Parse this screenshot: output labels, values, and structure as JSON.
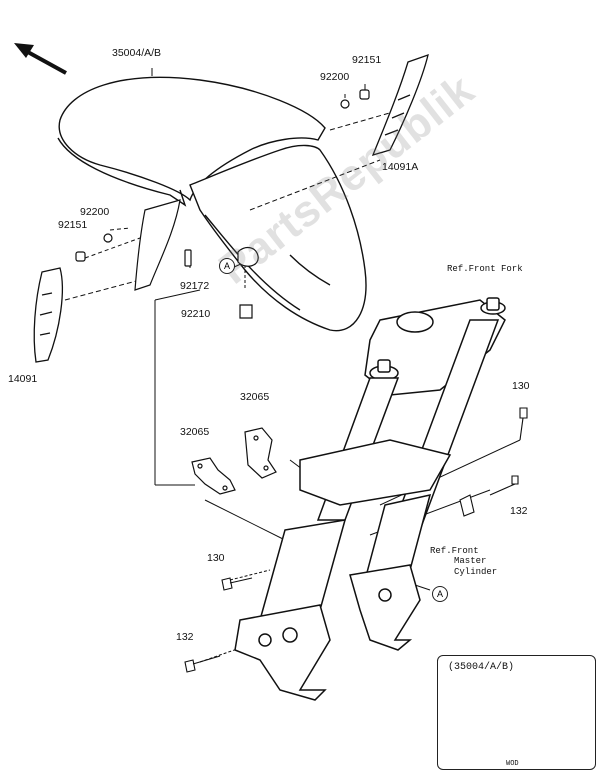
{
  "watermark": "PartsRepublik",
  "parts": {
    "fender": "35004/A/B",
    "screw_top": "92151",
    "washer_top": "92200",
    "cover_right": "14091A",
    "washer_left": "92200",
    "screw_left": "92151",
    "bolt_mid": "92172",
    "clip": "92210",
    "cover_left": "14091",
    "bracket_upper": "32065",
    "bracket_lower": "32065",
    "bolt_right_130": "130",
    "bolt_left_130": "130",
    "bolt_right_132": "132",
    "bolt_left_132": "132"
  },
  "refs": {
    "front_fork": "Ref.Front Fork",
    "master_cylinder": [
      "Ref.Front",
      "Master",
      "Cylinder"
    ],
    "marker_a": "A"
  },
  "inset": {
    "label": "(35004/A/B)",
    "footer": "WOD"
  },
  "icons": {
    "direction": "front-direction-arrow-icon"
  }
}
